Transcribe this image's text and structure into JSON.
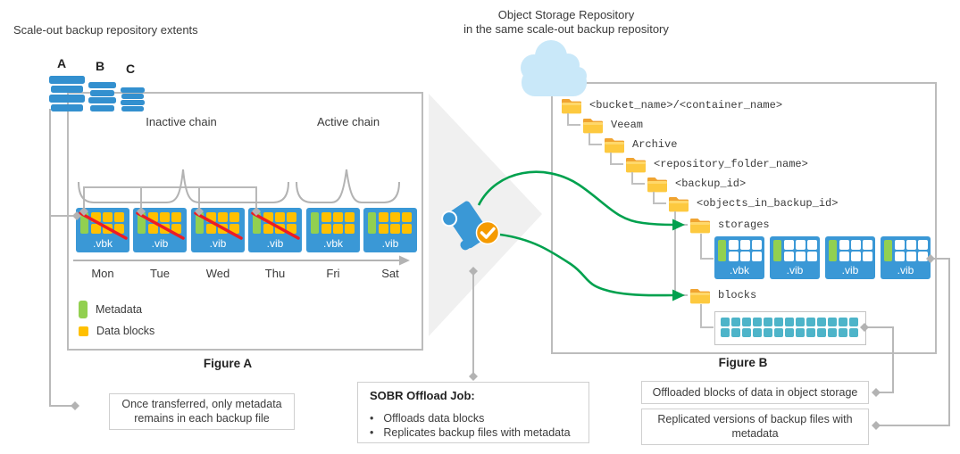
{
  "titles": {
    "left": "Scale-out backup repository extents",
    "right_line1": "Object Storage Repository",
    "right_line2": "in the same scale-out backup repository"
  },
  "extents": {
    "labels": [
      "A",
      "B",
      "C"
    ]
  },
  "figure_a": {
    "caption": "Figure A",
    "inactive_chain": "Inactive chain",
    "active_chain": "Active chain",
    "days": [
      "Mon",
      "Tue",
      "Wed",
      "Thu",
      "Fri",
      "Sat"
    ],
    "files": [
      {
        "label": ".vbk",
        "offloaded": true
      },
      {
        "label": ".vib",
        "offloaded": true
      },
      {
        "label": ".vib",
        "offloaded": true
      },
      {
        "label": ".vib",
        "offloaded": true
      },
      {
        "label": ".vbk",
        "offloaded": false
      },
      {
        "label": ".vib",
        "offloaded": false
      }
    ],
    "legend": {
      "metadata": "Metadata",
      "data_blocks": "Data blocks"
    }
  },
  "figure_b": {
    "caption": "Figure B",
    "tree": [
      "<bucket_name>/<container_name>",
      "Veeam",
      "Archive",
      "<repository_folder_name>",
      "<backup_id>",
      "<objects_in_backup_id>",
      "storages",
      "blocks"
    ],
    "storage_files": [
      ".vbk",
      ".vib",
      ".vib",
      ".vib"
    ],
    "blocks_grid": {
      "rows": 2,
      "cols": 13
    }
  },
  "callouts": {
    "once_transferred": "Once transferred, only metadata remains in each backup file",
    "sobr_title": "SOBR Offload Job:",
    "sobr_bullets": [
      "Offloads data blocks",
      "Replicates backup files with metadata"
    ],
    "offloaded_blocks": "Offloaded blocks of data in object storage",
    "replicated_versions": "Replicated versions of backup files with metadata"
  },
  "colors": {
    "file_blue": "#3a98d6",
    "metadata_green": "#92d050",
    "data_yellow": "#ffc000",
    "offload_teal": "#4db4c9",
    "arrow_green": "#00a14e",
    "connector_gray": "#b9b9b9",
    "folder_yellow": "#fdc93f",
    "badge_orange": "#f59a00",
    "strike_red": "#ed1c24",
    "cloud_blue": "#c9e8f9"
  }
}
